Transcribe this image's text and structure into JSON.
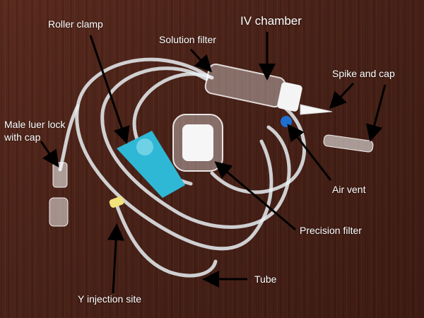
{
  "labels": {
    "roller_clamp": "Roller clamp",
    "solution_filter": "Solution filter",
    "iv_chamber": "IV chamber",
    "spike_and_cap": "Spike and cap",
    "male_luer_line1": "Male luer lock",
    "male_luer_line2": "with cap",
    "air_vent": "Air vent",
    "precision_filter": "Precision filter",
    "tube": "Tube",
    "y_injection_site": "Y injection site"
  },
  "colors": {
    "background": "#4a2218",
    "tube": "#e8eef2",
    "clamp": "#2fb8d6",
    "air_vent": "#1f6fd1",
    "y_site": "#f2e27a",
    "label_text": "#ffffff"
  }
}
